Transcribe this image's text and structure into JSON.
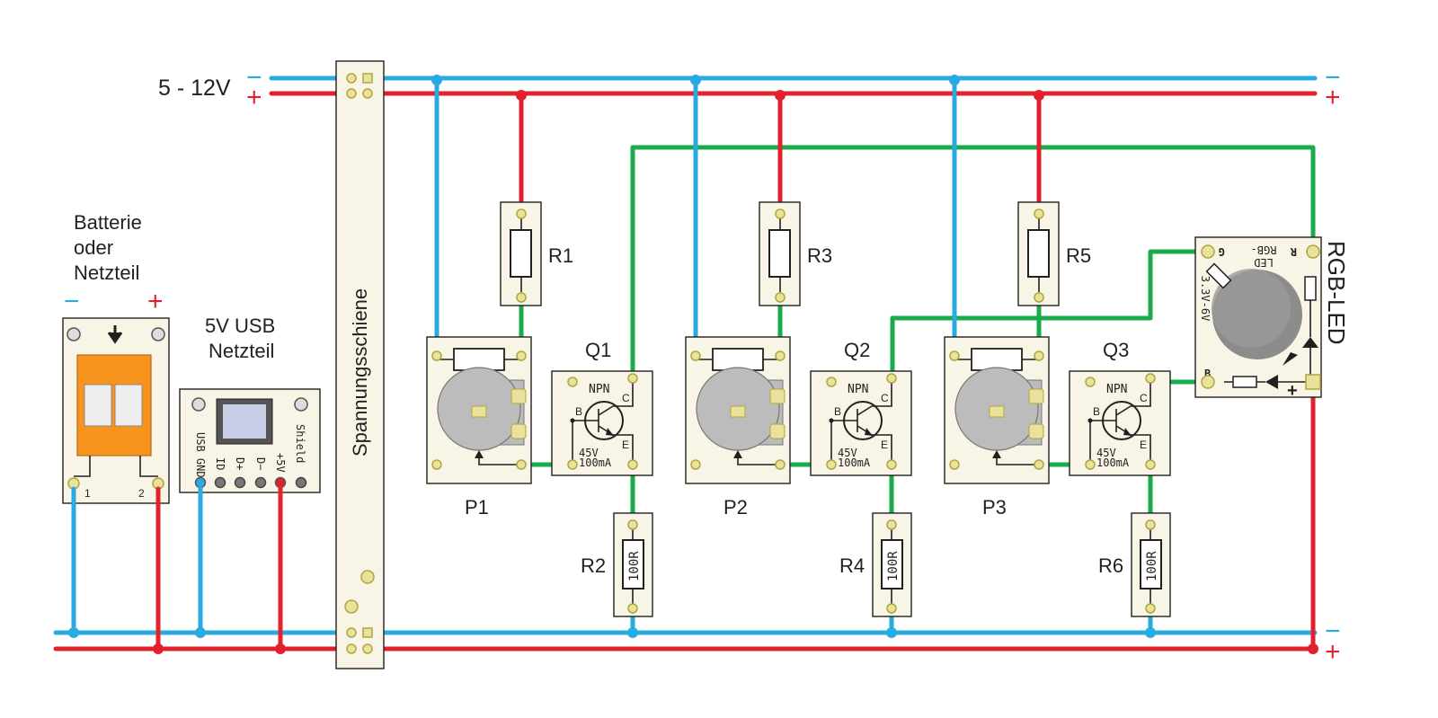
{
  "supply": {
    "label": "5 - 12V",
    "minus": "−",
    "plus": "+"
  },
  "battery": {
    "label_lines": [
      "Batterie",
      "oder",
      "Netzteil"
    ],
    "minus": "−",
    "plus": "+",
    "pin1": "1",
    "pin2": "2"
  },
  "usb": {
    "label_lines": [
      "5V USB",
      "Netzteil"
    ],
    "pins": [
      "USB GND",
      "ID",
      "D+",
      "D−",
      "+5V",
      "Shield"
    ]
  },
  "rail": {
    "label": "Spannungsschiene"
  },
  "potentiometers": [
    {
      "label": "P1"
    },
    {
      "label": "P2"
    },
    {
      "label": "P3"
    }
  ],
  "resistors_top": [
    {
      "label": "R1"
    },
    {
      "label": "R3"
    },
    {
      "label": "R5"
    }
  ],
  "resistors_bottom": [
    {
      "label": "R2",
      "value": "100R"
    },
    {
      "label": "R4",
      "value": "100R"
    },
    {
      "label": "R6",
      "value": "100R"
    }
  ],
  "transistors": [
    {
      "label": "Q1",
      "type": "NPN",
      "voltage": "45V",
      "current": "100mA",
      "b": "B",
      "c": "C",
      "e": "E"
    },
    {
      "label": "Q2",
      "type": "NPN",
      "voltage": "45V",
      "current": "100mA",
      "b": "B",
      "c": "C",
      "e": "E"
    },
    {
      "label": "Q3",
      "type": "NPN",
      "voltage": "45V",
      "current": "100mA",
      "b": "B",
      "c": "C",
      "e": "E"
    }
  ],
  "rgb_led": {
    "title": "RGB-LED",
    "board_text_1": "RGB-",
    "board_text_2": "LED",
    "voltage": "3.3V-6V",
    "pin_r": "R",
    "pin_g": "G",
    "pin_b": "B",
    "pin_plus": "+"
  },
  "colors": {
    "ground": "#29abe2",
    "positive": "#e3212e",
    "signal": "#1aab4b",
    "terminal": "#f7941d"
  }
}
